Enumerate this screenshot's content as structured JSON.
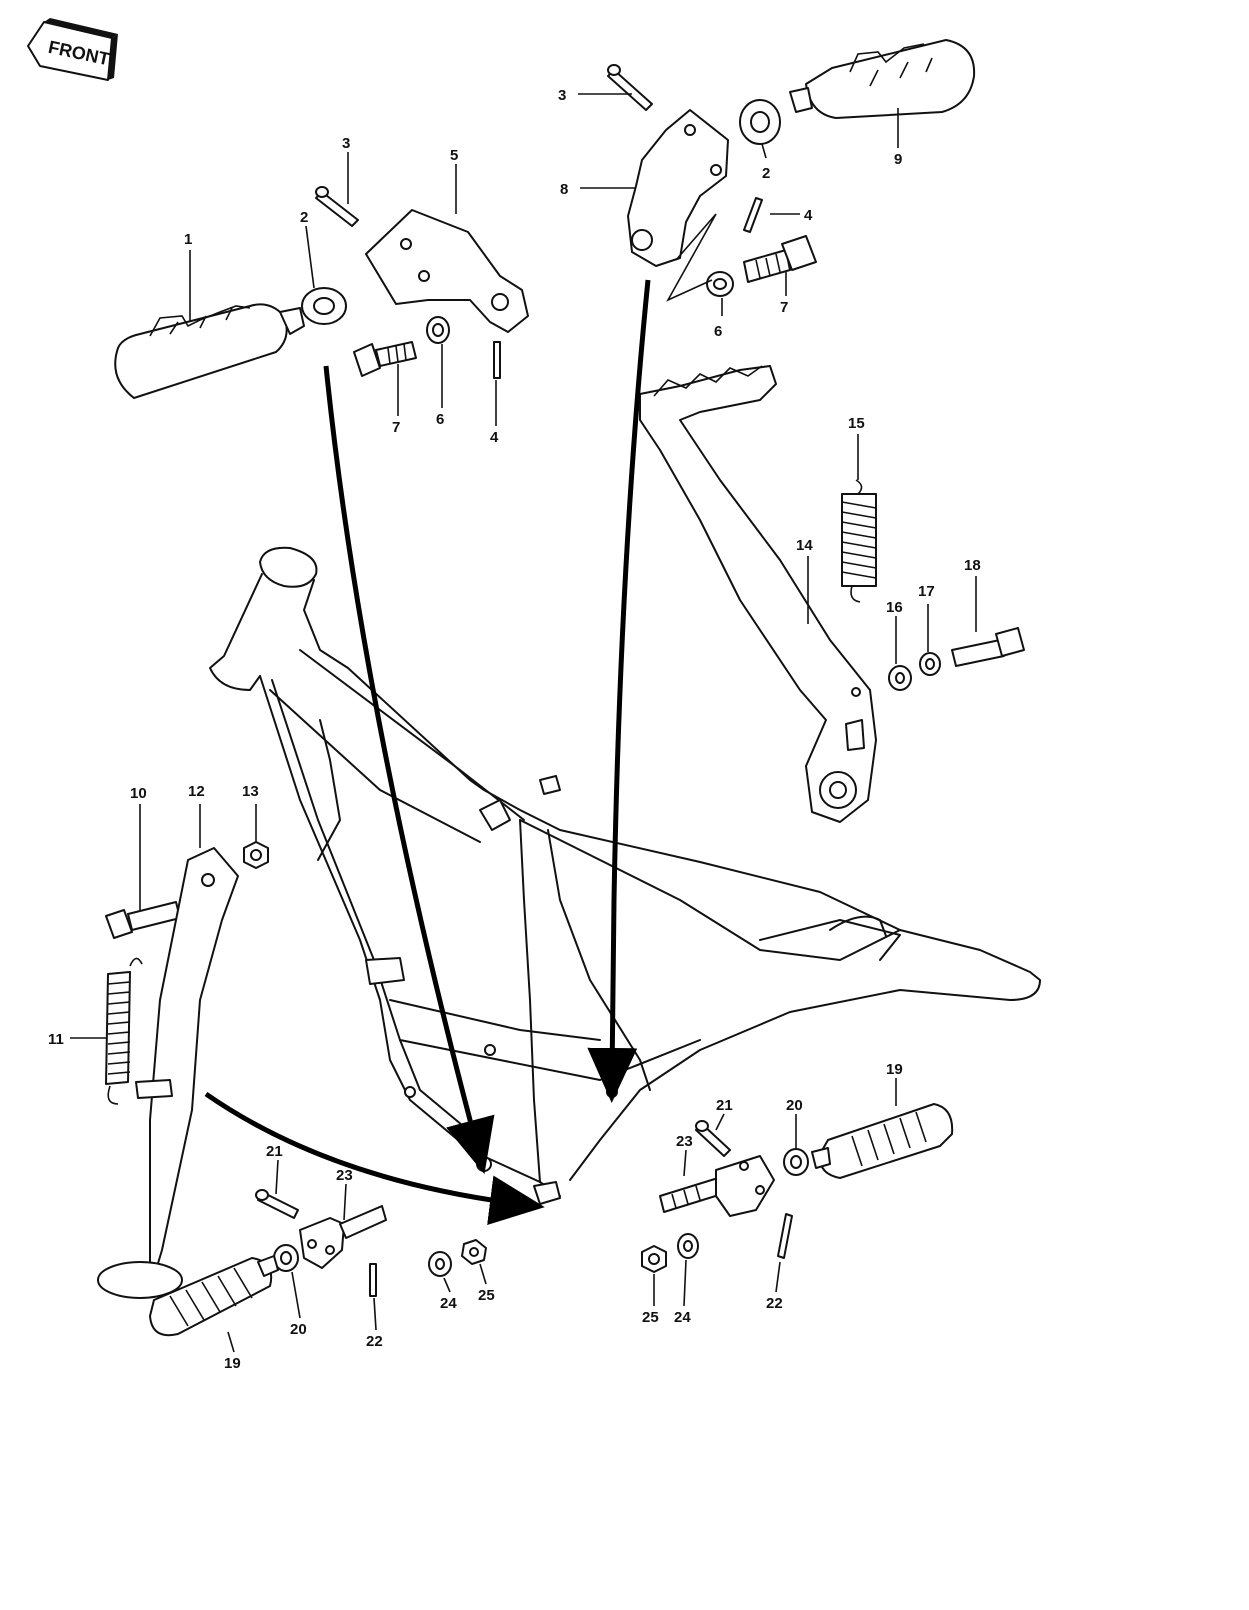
{
  "front_label": "FRONT",
  "callouts": {
    "c1": "1",
    "c2a": "2",
    "c2b": "2",
    "c3a": "3",
    "c3b": "3",
    "c4a": "4",
    "c4b": "4",
    "c5": "5",
    "c6a": "6",
    "c6b": "6",
    "c7a": "7",
    "c7b": "7",
    "c8": "8",
    "c9": "9",
    "c10": "10",
    "c11": "11",
    "c12": "12",
    "c13": "13",
    "c14": "14",
    "c15": "15",
    "c16": "16",
    "c17": "17",
    "c18": "18",
    "c19a": "19",
    "c19b": "19",
    "c20a": "20",
    "c20b": "20",
    "c21a": "21",
    "c21b": "21",
    "c22a": "22",
    "c22b": "22",
    "c23a": "23",
    "c23b": "23",
    "c24a": "24",
    "c24b": "24",
    "c25a": "25",
    "c25b": "25"
  }
}
